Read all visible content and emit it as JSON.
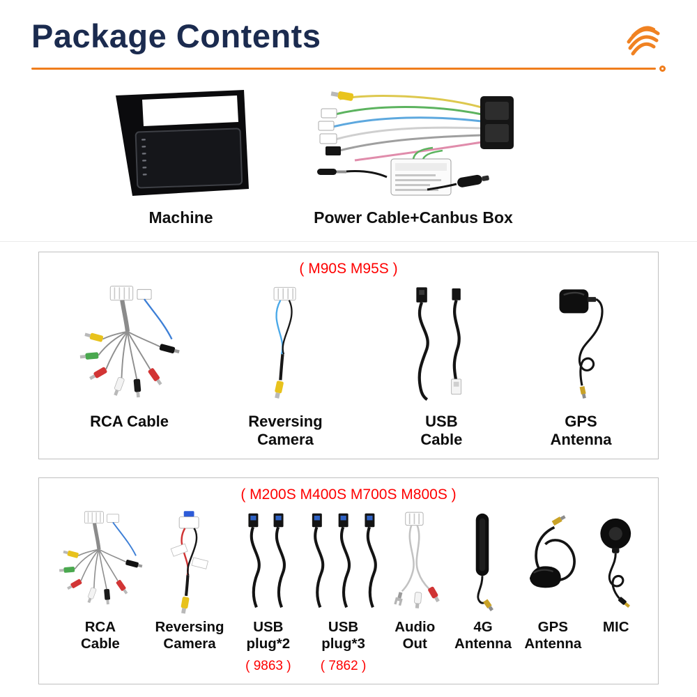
{
  "header": {
    "title": "Package Contents",
    "logo_icon": "orange-swirl-icon"
  },
  "colors": {
    "title_navy": "#1b2b4f",
    "accent_orange": "#ef7d1c",
    "model_red": "#fe0000"
  },
  "top_section": {
    "items": [
      {
        "label": "Machine",
        "image": "car-stereo-machine"
      },
      {
        "label": "Power Cable+Canbus Box",
        "image": "power-cable-canbus-box"
      }
    ]
  },
  "group1": {
    "title": "( M90S M95S )",
    "items": [
      {
        "label": "RCA Cable",
        "image": "rca-cable"
      },
      {
        "label": "Reversing\nCamera",
        "image": "reversing-camera"
      },
      {
        "label": "USB\nCable",
        "image": "usb-cable"
      },
      {
        "label": "GPS\nAntenna",
        "image": "gps-antenna"
      }
    ]
  },
  "group2": {
    "title": "( M200S M400S M700S M800S )",
    "items": [
      {
        "label": "RCA\nCable",
        "image": "rca-cable"
      },
      {
        "label": "Reversing\nCamera",
        "image": "reversing-camera"
      },
      {
        "label": "USB\nplug*2",
        "sublabel": "( 9863 )",
        "image": "usb-plug-2"
      },
      {
        "label": "USB\nplug*3",
        "sublabel": "( 7862 )",
        "image": "usb-plug-3"
      },
      {
        "label": "Audio\nOut",
        "image": "audio-out-cable"
      },
      {
        "label": "4G\nAntenna",
        "image": "4g-antenna"
      },
      {
        "label": "GPS\nAntenna",
        "image": "gps-antenna-puck"
      },
      {
        "label": "MIC",
        "image": "microphone"
      }
    ]
  }
}
